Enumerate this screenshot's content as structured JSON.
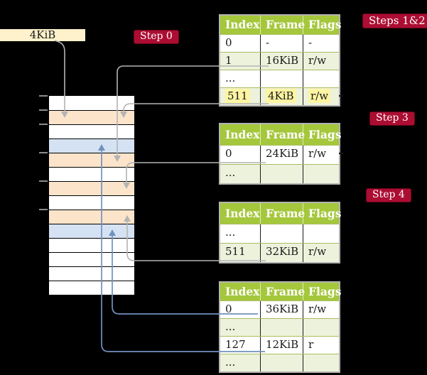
{
  "colors": {
    "background": "#000000",
    "badge_red": "#ac0d32",
    "table_header_green": "#a5c73c",
    "table_row_light": "#edf2dc",
    "table_row_white": "#ffffff",
    "row_separator": "#a9bc62",
    "outer_border_grey": "#b3b3b3",
    "cell_border_black": "#1a1a1a",
    "highlight_yellow": "#fdf5a3",
    "mem_orange": "#fce4cb",
    "mem_blue": "#d5e2f3",
    "mem_white": "#ffffff",
    "frame_box_bg": "#fdf2cb",
    "arrow_grey": "#b4b4b4",
    "arrow_blue": "#7191bf",
    "tick_grey": "#8c8c8c"
  },
  "frame_box": {
    "label": "4KiB"
  },
  "badges": {
    "step0": "Step 0",
    "steps12": "Steps 1&2",
    "step3": "Step 3",
    "step4": "Step 4"
  },
  "memory": {
    "rows": [
      "white",
      "orange",
      "white",
      "blue",
      "orange",
      "white",
      "orange",
      "white",
      "orange",
      "blue",
      "white",
      "white",
      "white",
      "white"
    ],
    "ticks_y": [
      135,
      155,
      175,
      215,
      255,
      295
    ]
  },
  "tables": [
    {
      "name": "page-table-1",
      "columns": [
        "Index",
        "Frame",
        "Flags"
      ],
      "rows": [
        {
          "cells": [
            "0",
            "-",
            "-"
          ],
          "shade": "white",
          "highlight": false
        },
        {
          "cells": [
            "1",
            "16KiB",
            "r/w"
          ],
          "shade": "green",
          "highlight": false
        },
        {
          "cells": [
            "...",
            "",
            ""
          ],
          "shade": "white",
          "highlight": false
        },
        {
          "cells": [
            "511",
            "4KiB",
            "r/w"
          ],
          "shade": "green",
          "highlight": true
        }
      ]
    },
    {
      "name": "page-table-2",
      "columns": [
        "Index",
        "Frame",
        "Flags"
      ],
      "rows": [
        {
          "cells": [
            "0",
            "24KiB",
            "r/w"
          ],
          "shade": "white",
          "highlight": false
        },
        {
          "cells": [
            "...",
            "",
            ""
          ],
          "shade": "green",
          "highlight": false
        }
      ]
    },
    {
      "name": "page-table-3",
      "columns": [
        "Index",
        "Frame",
        "Flags"
      ],
      "rows": [
        {
          "cells": [
            "...",
            "",
            ""
          ],
          "shade": "white",
          "highlight": false
        },
        {
          "cells": [
            "511",
            "32KiB",
            "r/w"
          ],
          "shade": "green",
          "highlight": false
        }
      ]
    },
    {
      "name": "page-table-4",
      "columns": [
        "Index",
        "Frame",
        "Flags"
      ],
      "rows": [
        {
          "cells": [
            "0",
            "36KiB",
            "r/w"
          ],
          "shade": "white",
          "highlight": false
        },
        {
          "cells": [
            "...",
            "",
            ""
          ],
          "shade": "green",
          "highlight": false
        },
        {
          "cells": [
            "127",
            "12KiB",
            "r"
          ],
          "shade": "white",
          "highlight": false
        },
        {
          "cells": [
            "...",
            "",
            ""
          ],
          "shade": "green",
          "highlight": false
        }
      ]
    }
  ]
}
